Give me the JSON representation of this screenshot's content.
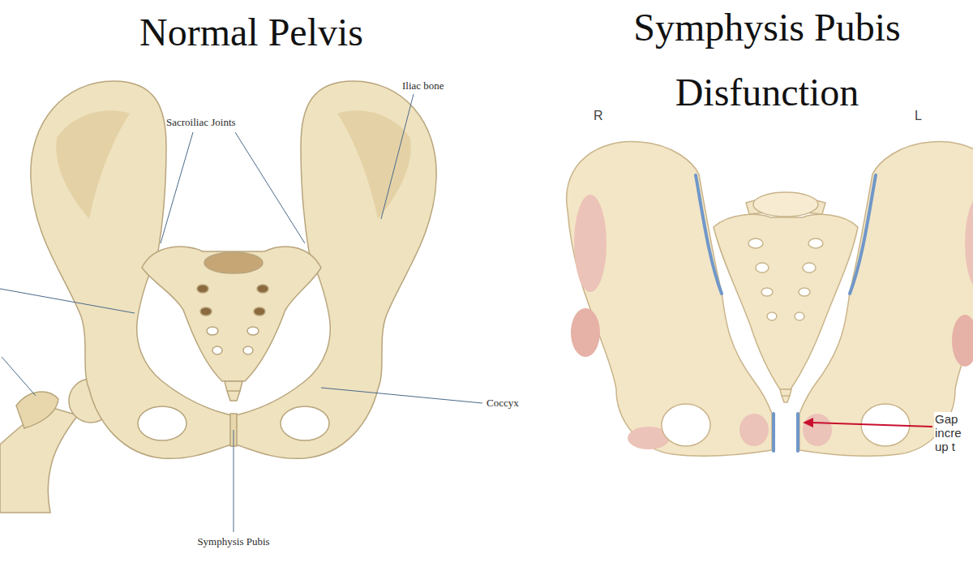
{
  "diagram": {
    "labels": [
      "Normal Pelvis",
      "Symphysis Pubis Disfunction",
      "Iliac bone",
      "Sacroiliac Joints",
      "Coccyx",
      "Symphysis Pubis",
      "R",
      "L",
      "Gap incre up t"
    ]
  }
}
